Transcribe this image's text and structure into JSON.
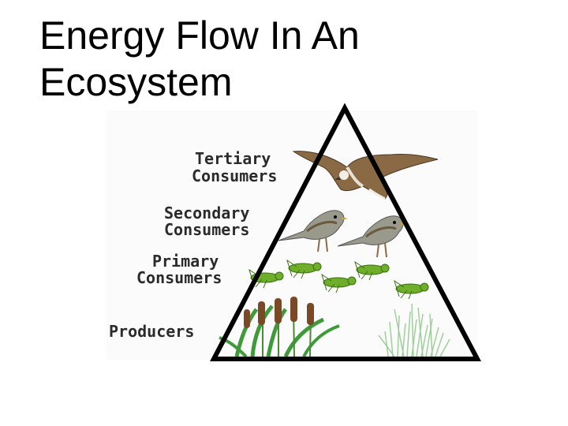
{
  "slide": {
    "title_lines": [
      "Energy Flow In An",
      "Ecosystem"
    ]
  },
  "pyramid": {
    "levels": [
      {
        "line1": "Tertiary",
        "line2": "Consumers",
        "organism": "hawk"
      },
      {
        "line1": "Secondary",
        "line2": "Consumers",
        "organism": "sparrows"
      },
      {
        "line1": "Primary",
        "line2": "Consumers",
        "organism": "grasshoppers"
      },
      {
        "line1": "Producers",
        "line2": "",
        "organism": "cattails and grass"
      }
    ]
  },
  "colors": {
    "outline": "#000000",
    "label": "#2b2b2b",
    "bird_brown": "#8a6a45",
    "sparrow_gray": "#9a9a8c",
    "grasshopper_green": "#6fae2a",
    "plant_green": "#3f9a3a",
    "cattail_brown": "#7a4a26",
    "grass_green": "#9fcf9a"
  }
}
